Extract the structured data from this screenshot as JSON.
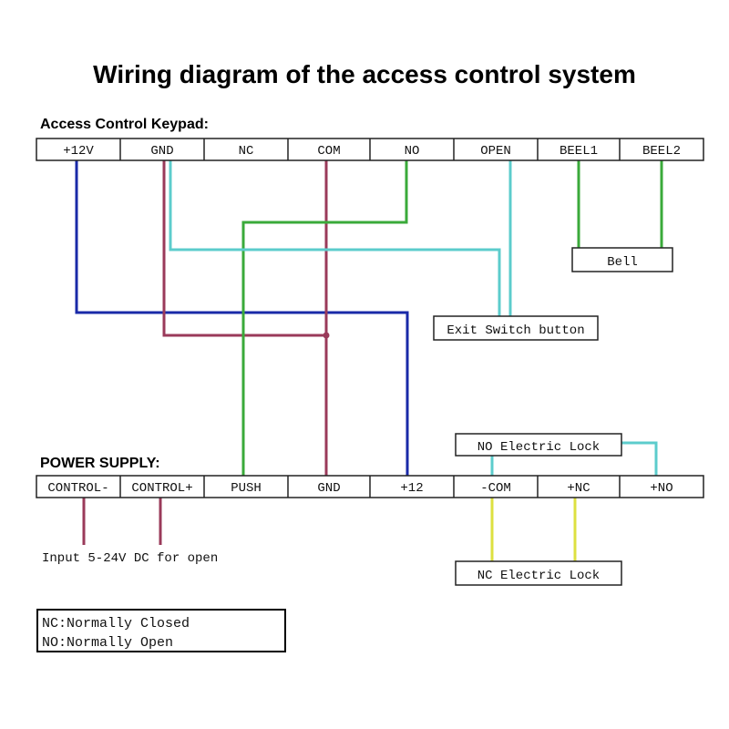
{
  "title": "Wiring diagram of the access control system",
  "keypad": {
    "label": "Access Control Keypad:",
    "terminals": [
      "+12V",
      "GND",
      "NC",
      "COM",
      "NO",
      "OPEN",
      "BEEL1",
      "BEEL2"
    ]
  },
  "power_supply": {
    "label": "POWER SUPPLY:",
    "terminals": [
      "CONTROL-",
      "CONTROL+",
      "PUSH",
      "GND",
      "+12",
      "-COM",
      "+NC",
      "+NO"
    ]
  },
  "devices": {
    "bell": "Bell",
    "exit_switch": "Exit Switch button",
    "no_lock": "NO Electric Lock",
    "nc_lock": "NC Electric Lock"
  },
  "input_note": "Input 5-24V DC for open",
  "legend": {
    "nc": "NC:Normally Closed",
    "no": "NO:Normally Open"
  },
  "wire_colors": {
    "blue": "#1a2aa8",
    "maroon": "#9a3a5a",
    "green": "#3aaa3a",
    "cyan": "#5ccccc",
    "yellow": "#dde040"
  }
}
